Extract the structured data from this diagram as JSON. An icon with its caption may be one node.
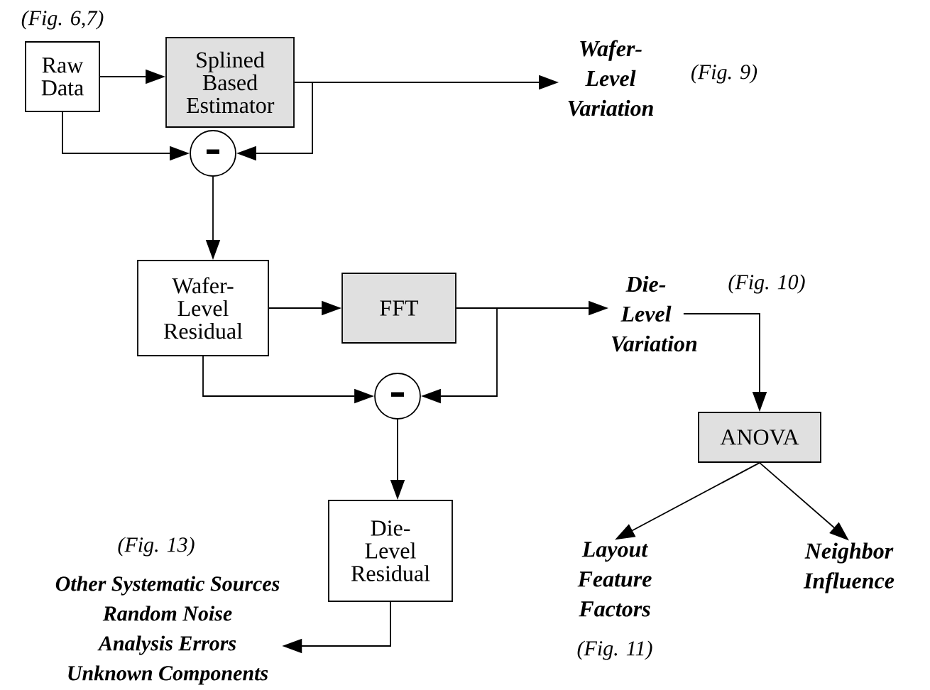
{
  "diagram": {
    "nodes": [
      {
        "text": [
          "Raw Data"
        ],
        "beside": [
          "(Fig. 6,7)"
        ]
      },
      {
        "text": [
          "Splined Based Estimator"
        ]
      },
      {
        "text": [],
        "shape": "circle"
      },
      {
        "text": [
          "Wafer-Level Variation"
        ],
        "beside": [
          "(Fig. 9)"
        ]
      },
      {
        "text": [
          "Wafer-Level Residual"
        ]
      },
      {
        "text": [
          "FFT"
        ]
      },
      {
        "text": [
          "Die-Level Variation"
        ],
        "beside": [
          "(Fig. 10)"
        ]
      },
      {
        "text": [],
        "shape": "circle"
      },
      {
        "text": [
          "Die-Level Residual"
        ]
      },
      {
        "text": [
          "ANOVA"
        ]
      },
      {
        "text": [
          "Layout Feature Factors"
        ],
        "beside": [
          "(Fig. 11)"
        ]
      },
      {
        "text": [
          "Neighbor Influence"
        ]
      },
      {
        "text": [
          "Other Systematic Sources",
          "Random Noise",
          "Analysis Errors",
          "Unknown Components"
        ],
        "beside": [
          "(Fig. 13)"
        ]
      }
    ],
    "edges": [
      {
        "from": 0,
        "to": 1,
        "arrow": "to"
      },
      {
        "from": 0,
        "to": 2,
        "arrow": "to"
      },
      {
        "from": 1,
        "to": 3,
        "arrow": "to"
      },
      {
        "from": 1,
        "to": 2,
        "arrow": "to"
      },
      {
        "from": 2,
        "to": 4,
        "arrow": "to"
      },
      {
        "from": 4,
        "to": 5,
        "arrow": "to"
      },
      {
        "from": 5,
        "to": 6,
        "arrow": "to"
      },
      {
        "from": 5,
        "to": 7,
        "arrow": "to"
      },
      {
        "from": 4,
        "to": 7,
        "arrow": "to"
      },
      {
        "from": 7,
        "to": 8,
        "arrow": "to"
      },
      {
        "from": 8,
        "to": 12,
        "arrow": "to"
      },
      {
        "from": 6,
        "to": 9,
        "arrow": "to"
      },
      {
        "from": 9,
        "to": 10,
        "arrow": "to"
      },
      {
        "from": 9,
        "to": 11,
        "arrow": "to"
      }
    ]
  }
}
